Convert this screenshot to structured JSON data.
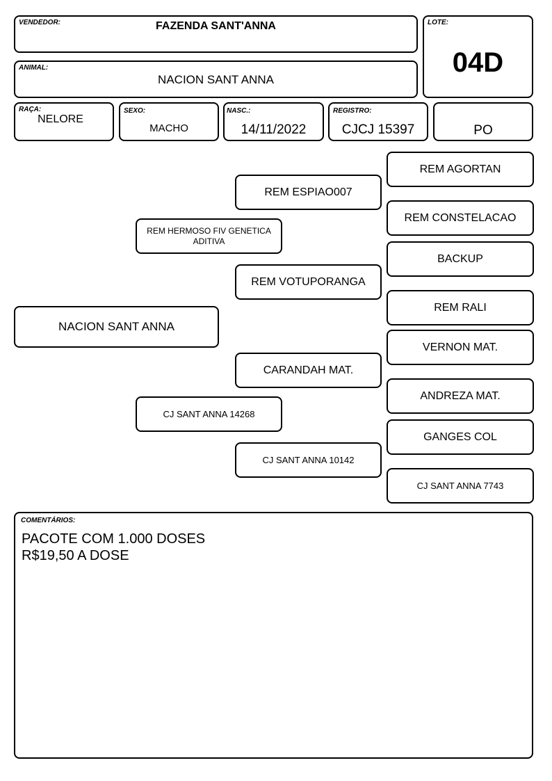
{
  "header": {
    "vendedor_label": "VENDEDOR:",
    "vendedor": "FAZENDA SANT'ANNA",
    "lote_label": "LOTE:",
    "lote": "04D",
    "animal_label": "ANIMAL:",
    "animal": "NACION SANT ANNA"
  },
  "info": {
    "raca_label": "RAÇA:",
    "raca": "NELORE",
    "sexo_label": "SEXO:",
    "sexo": "MACHO",
    "nasc_label": "NASC.:",
    "nasc": "14/11/2022",
    "registro_label": "REGISTRO:",
    "registro": "CJCJ 15397",
    "categoria": "PO"
  },
  "pedigree": {
    "animal": "NACION SANT ANNA",
    "sire": "REM HERMOSO FIV GENETICA ADITIVA",
    "dam": "CJ SANT ANNA 14268",
    "sire_sire": "REM ESPIAO007",
    "sire_dam": "REM VOTUPORANGA",
    "dam_sire": "CARANDAH MAT.",
    "dam_dam": "CJ SANT ANNA 10142",
    "ggp": [
      "REM AGORTAN",
      "REM CONSTELACAO",
      "BACKUP",
      "REM RALI",
      "VERNON MAT.",
      "ANDREZA MAT.",
      "GANGES COL",
      "CJ SANT ANNA 7743"
    ]
  },
  "comments": {
    "label": "COMENTÁRIOS:",
    "line1": "PACOTE COM 1.000 DOSES",
    "line2": "R$19,50 A DOSE"
  }
}
